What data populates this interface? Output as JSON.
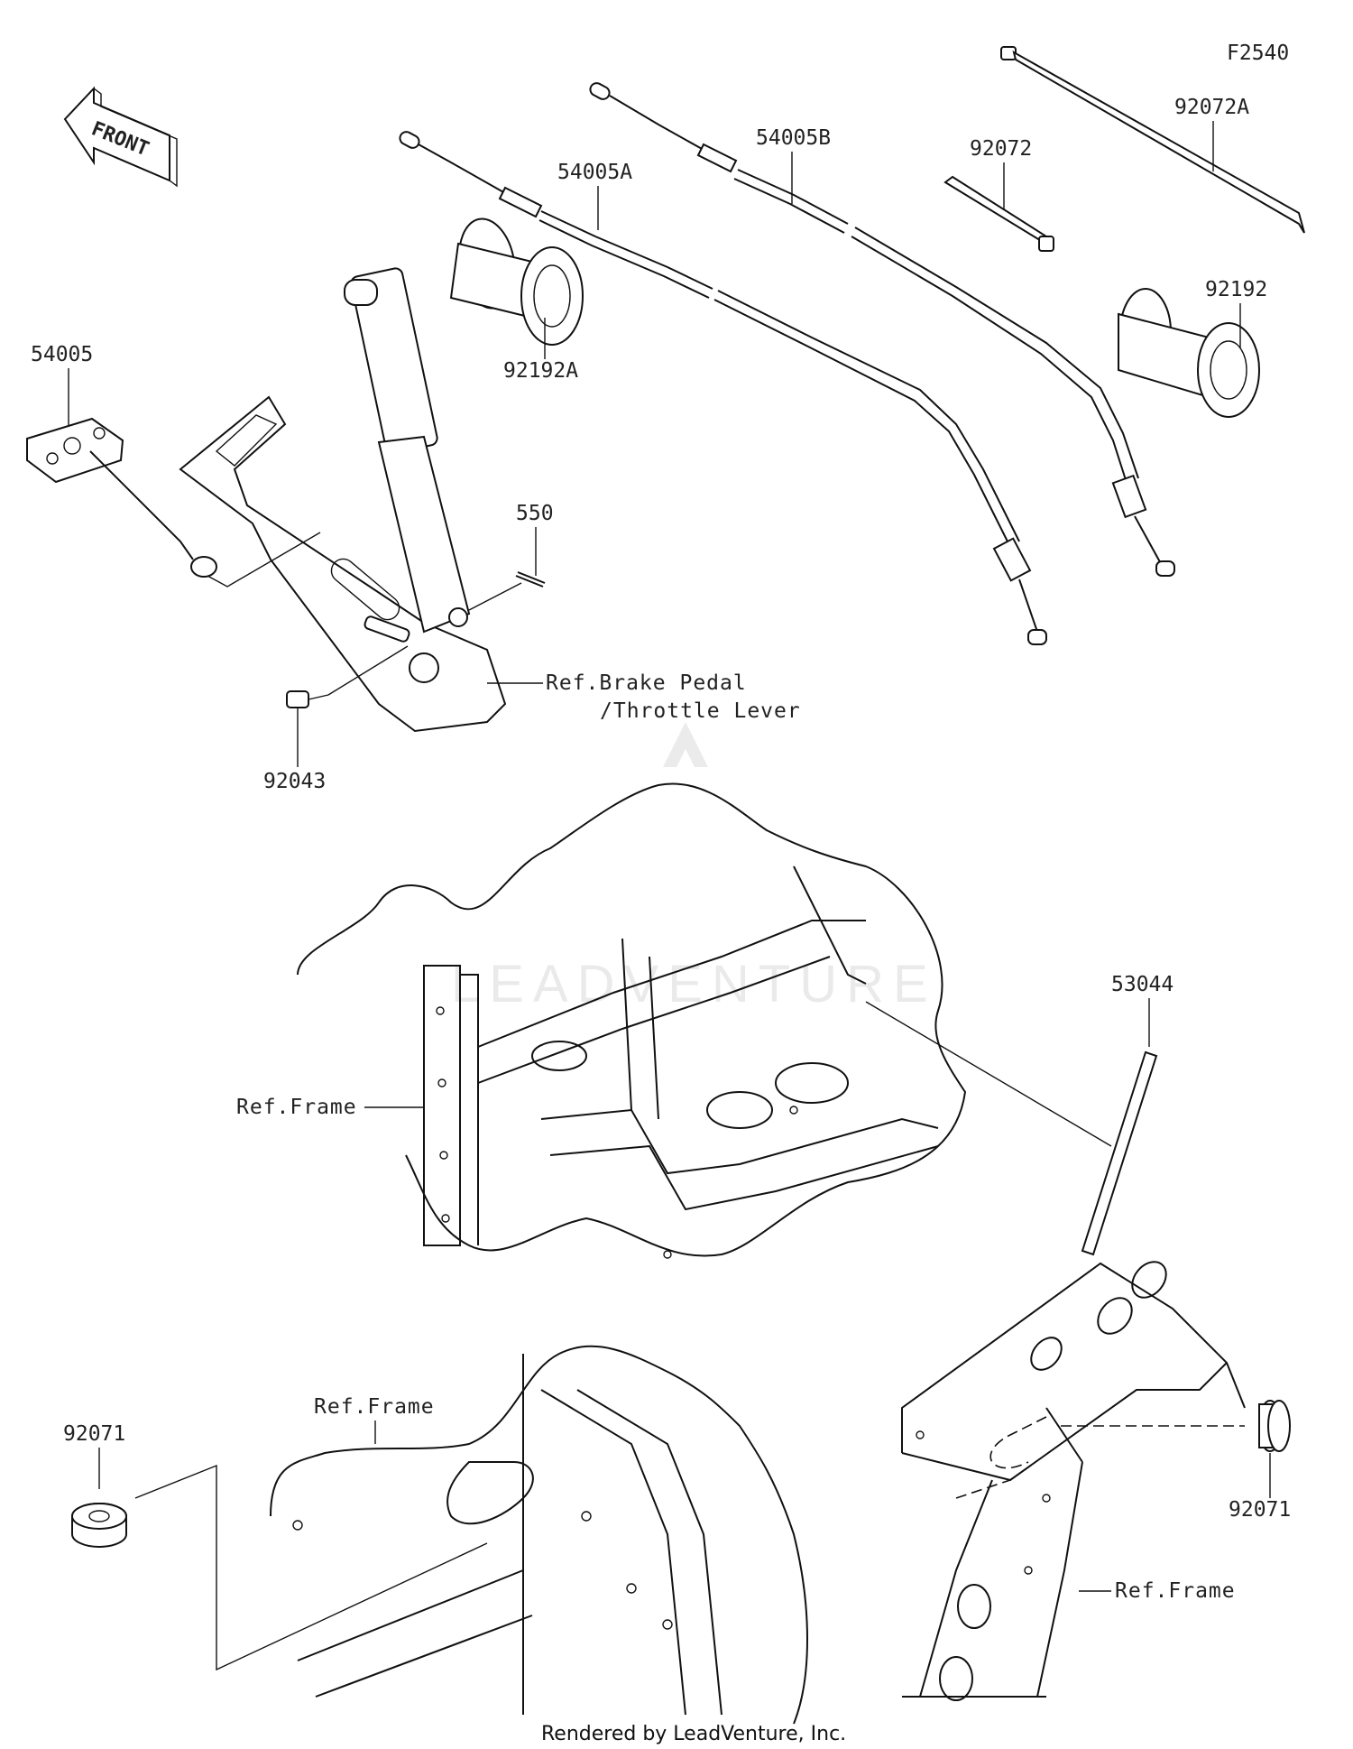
{
  "diagram_id": "F2540",
  "orientation": {
    "arrow_text": "FRONT"
  },
  "parts": {
    "p54005": "54005",
    "p54005A": "54005A",
    "p54005B": "54005B",
    "p92072": "92072",
    "p92072A": "92072A",
    "p92192": "92192",
    "p92192A": "92192A",
    "p550": "550",
    "p92043": "92043",
    "p53044": "53044",
    "p92071_left": "92071",
    "p92071_right": "92071"
  },
  "references": {
    "brake_pedal": "Ref.Brake Pedal",
    "throttle_lever": "/Throttle Lever",
    "frame_center": "Ref.Frame",
    "frame_bottom_left": "Ref.Frame",
    "frame_bottom_right": "Ref.Frame"
  },
  "watermark": "LEADVENTURE",
  "footer": "Rendered by LeadVenture, Inc."
}
